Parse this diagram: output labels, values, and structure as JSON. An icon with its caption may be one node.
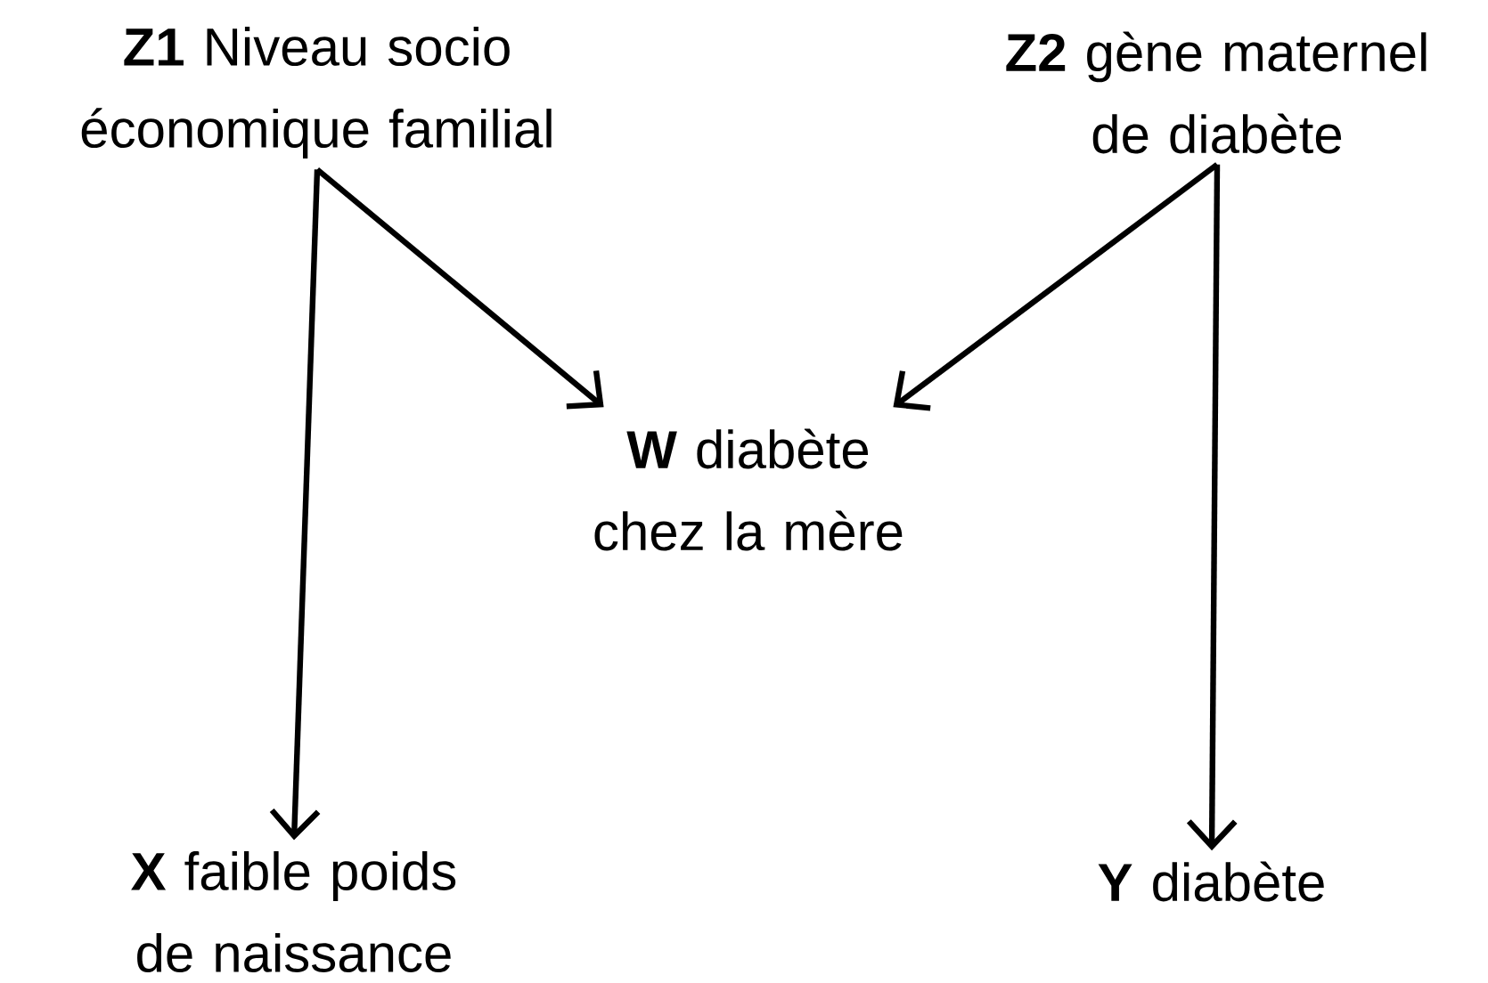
{
  "diagram": {
    "nodes": [
      {
        "text": [
          "**Z1** Niveau socio économique familial"
        ]
      },
      {
        "text": [
          "**Z2** gène maternel de diabète"
        ]
      },
      {
        "text": [
          "**W** diabète chez la mère"
        ]
      },
      {
        "text": [
          "**X** faible poids de naissance"
        ]
      },
      {
        "text": [
          "**Y** diabète"
        ]
      }
    ],
    "edges": [
      {
        "from": 0,
        "to": 2,
        "arrow": "to"
      },
      {
        "from": 0,
        "to": 3,
        "arrow": "to"
      },
      {
        "from": 1,
        "to": 2,
        "arrow": "to"
      },
      {
        "from": 1,
        "to": 4,
        "arrow": "to"
      }
    ]
  }
}
